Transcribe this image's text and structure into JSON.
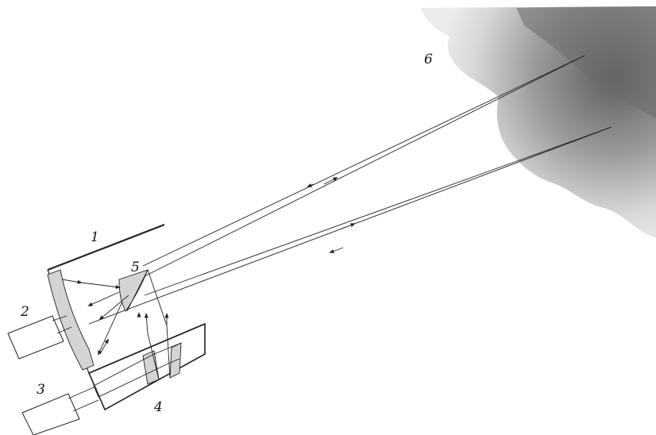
{
  "labels": {
    "telescope": "1",
    "detector": "2",
    "laser": "3",
    "beam_expander": "4",
    "secondary_mirror": "5",
    "target_cloud": "6"
  },
  "colors": {
    "ink": "#222222",
    "mirror_fill": "#d4d4d4",
    "cloud_light": "#ececec",
    "cloud_dark": "#5e5e5e"
  }
}
